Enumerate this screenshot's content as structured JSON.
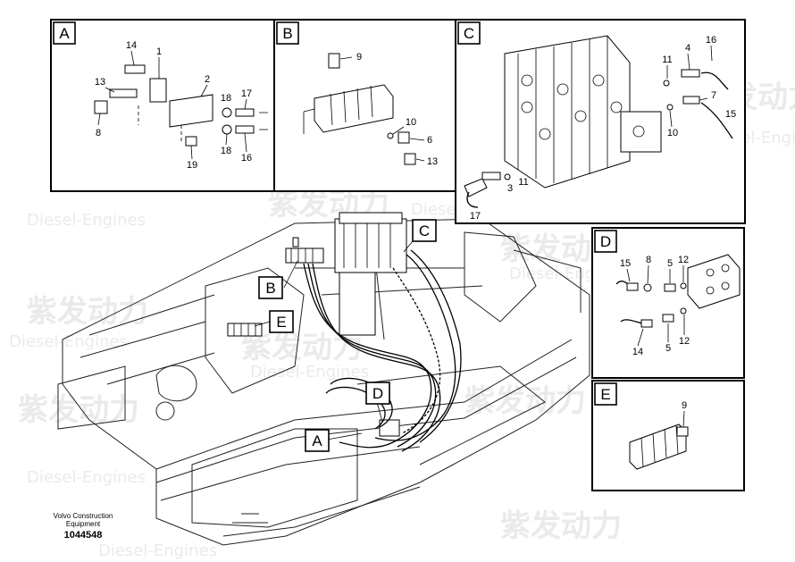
{
  "watermark": {
    "brand": "紫发动力",
    "sub": "Diesel-Engines"
  },
  "panels": {
    "A": {
      "label": "A",
      "callouts": [
        "14",
        "1",
        "13",
        "2",
        "18",
        "17",
        "8",
        "18",
        "16",
        "19"
      ]
    },
    "B": {
      "label": "B",
      "callouts": [
        "9",
        "10",
        "6",
        "13"
      ]
    },
    "C": {
      "label": "C",
      "callouts": [
        "16",
        "4",
        "11",
        "7",
        "15",
        "10",
        "3",
        "11",
        "17"
      ]
    },
    "D": {
      "label": "D",
      "callouts": [
        "15",
        "8",
        "5",
        "12",
        "14",
        "5",
        "12"
      ]
    },
    "E": {
      "label": "E",
      "callouts": [
        "9"
      ]
    }
  },
  "main_tags": [
    "B",
    "C",
    "E",
    "D",
    "A"
  ],
  "footer": {
    "company_line1": "Volvo Construction",
    "company_line2": "Equipment",
    "doc_number": "1044548"
  }
}
